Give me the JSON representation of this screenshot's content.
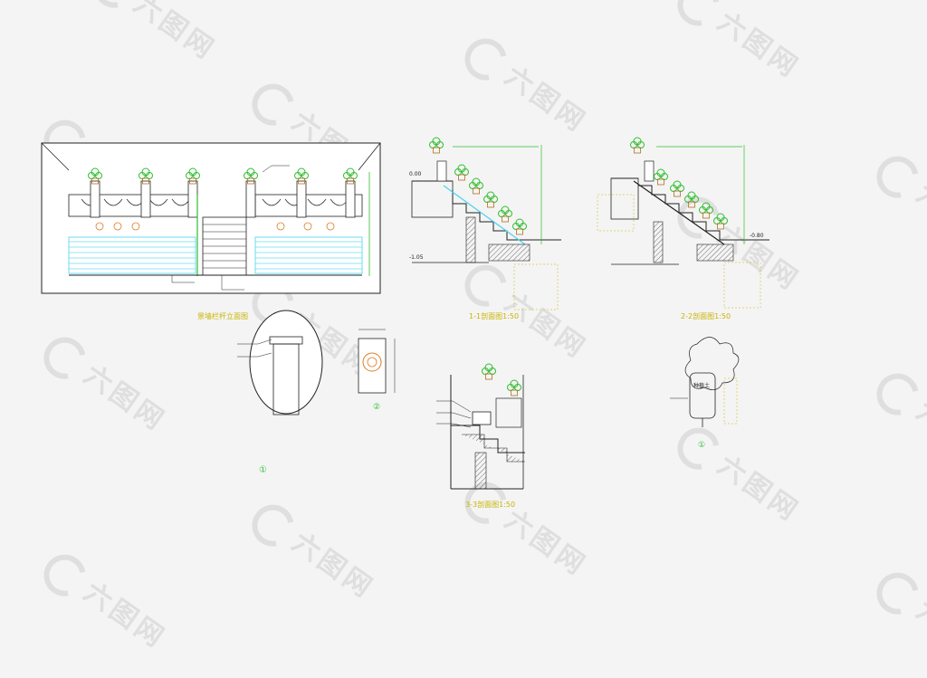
{
  "drawing": {
    "labels": {
      "elevation_caption": "景墙栏杆立面图",
      "section1_caption": "1-1剖面图1:50",
      "section2_caption": "2-2剖面图1:50",
      "section3_caption": "3-3剖面图1:50",
      "detail1_marker": "①",
      "detail2_marker": "②",
      "detail3_marker": "①",
      "tree_label": "种植土",
      "level_a": "0.00",
      "level_b": "-1.05",
      "level_c": "-0.80"
    },
    "watermark": "六图网"
  },
  "colors": {
    "line": "#2b2b2b",
    "green": "#2fbf2f",
    "cyan": "#44d4ee",
    "orange": "#e07b1f",
    "yellow": "#c8b400",
    "bg": "#f4f4f4"
  }
}
